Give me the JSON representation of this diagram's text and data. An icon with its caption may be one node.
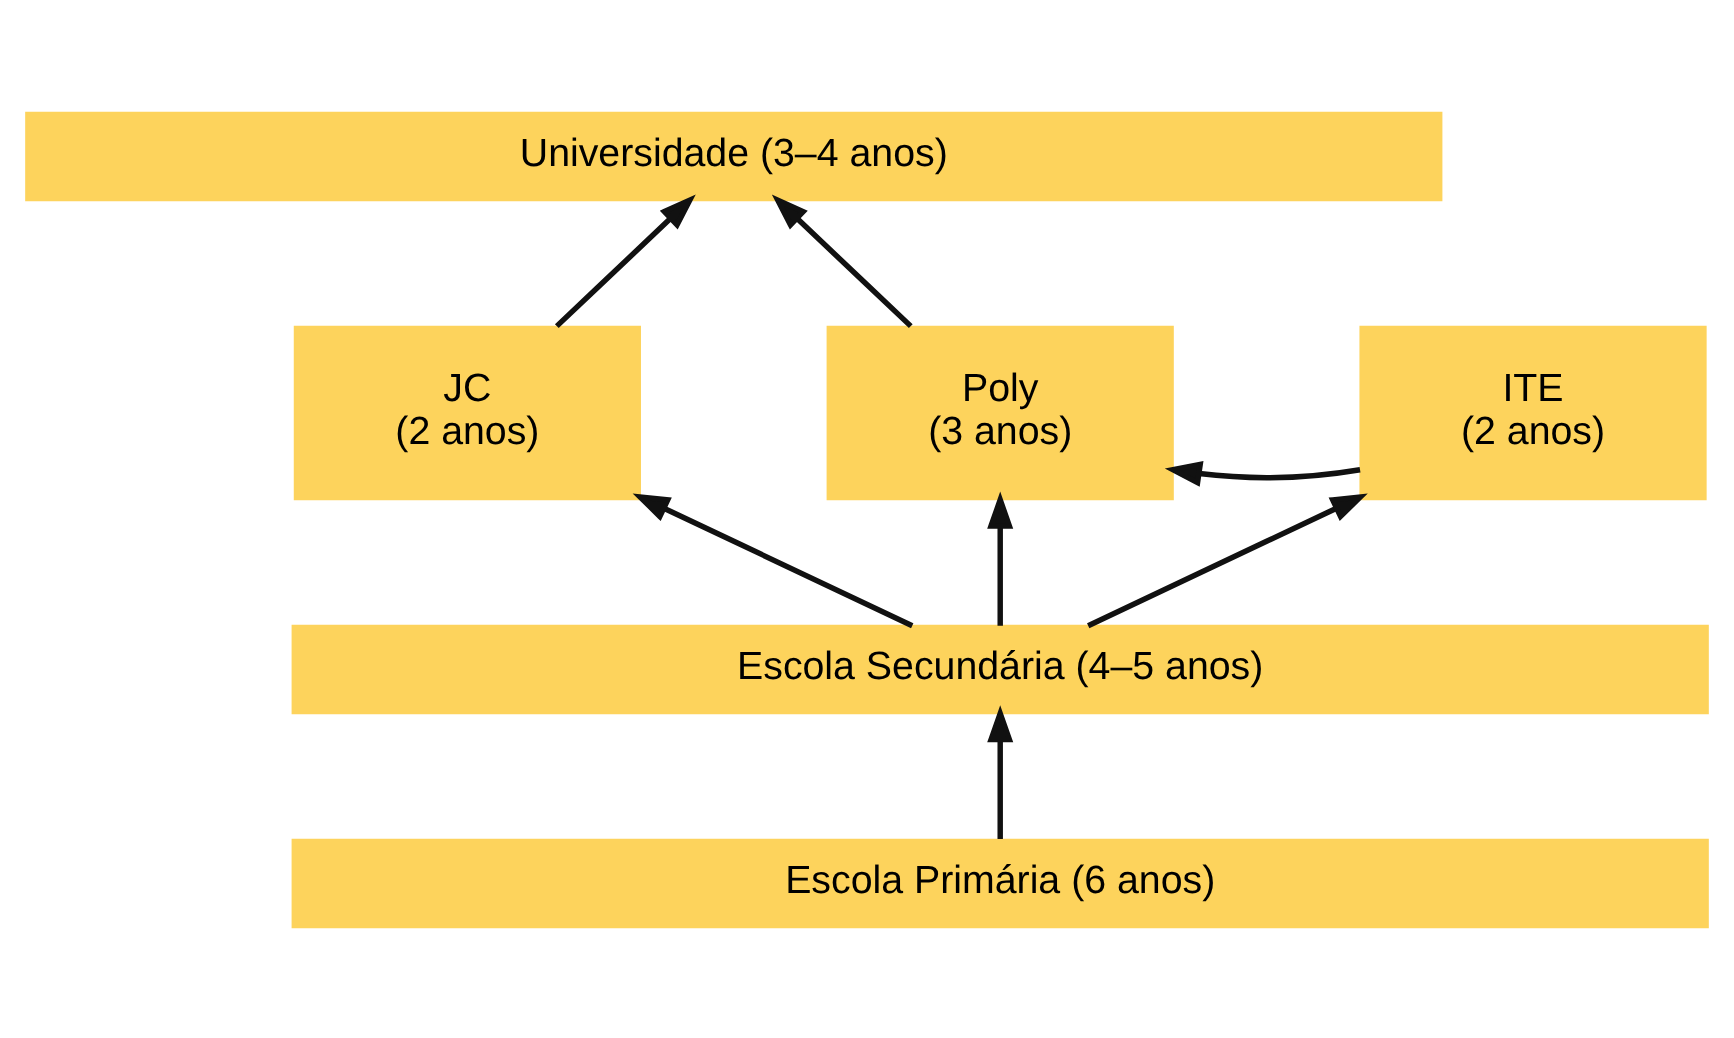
{
  "diagram": {
    "nodes": [
      {
        "text": [
          "Universidade (3–4 anos)"
        ]
      },
      {
        "text": [
          "JC",
          "(2 anos)"
        ]
      },
      {
        "text": [
          "Poly",
          "(3 anos)"
        ]
      },
      {
        "text": [
          "ITE",
          "(2 anos)"
        ]
      },
      {
        "text": [
          "Escola Secundária (4–5 anos)"
        ]
      },
      {
        "text": [
          "Escola Primária (6 anos)"
        ]
      }
    ],
    "edges": [
      {
        "from": 1,
        "to": 0,
        "arrow": "to"
      },
      {
        "from": 2,
        "to": 0,
        "arrow": "to"
      },
      {
        "from": 3,
        "to": 2,
        "arrow": "to"
      },
      {
        "from": 4,
        "to": 1,
        "arrow": "to"
      },
      {
        "from": 4,
        "to": 2,
        "arrow": "to"
      },
      {
        "from": 4,
        "to": 3,
        "arrow": "to"
      },
      {
        "from": 5,
        "to": 4,
        "arrow": "to"
      }
    ]
  }
}
